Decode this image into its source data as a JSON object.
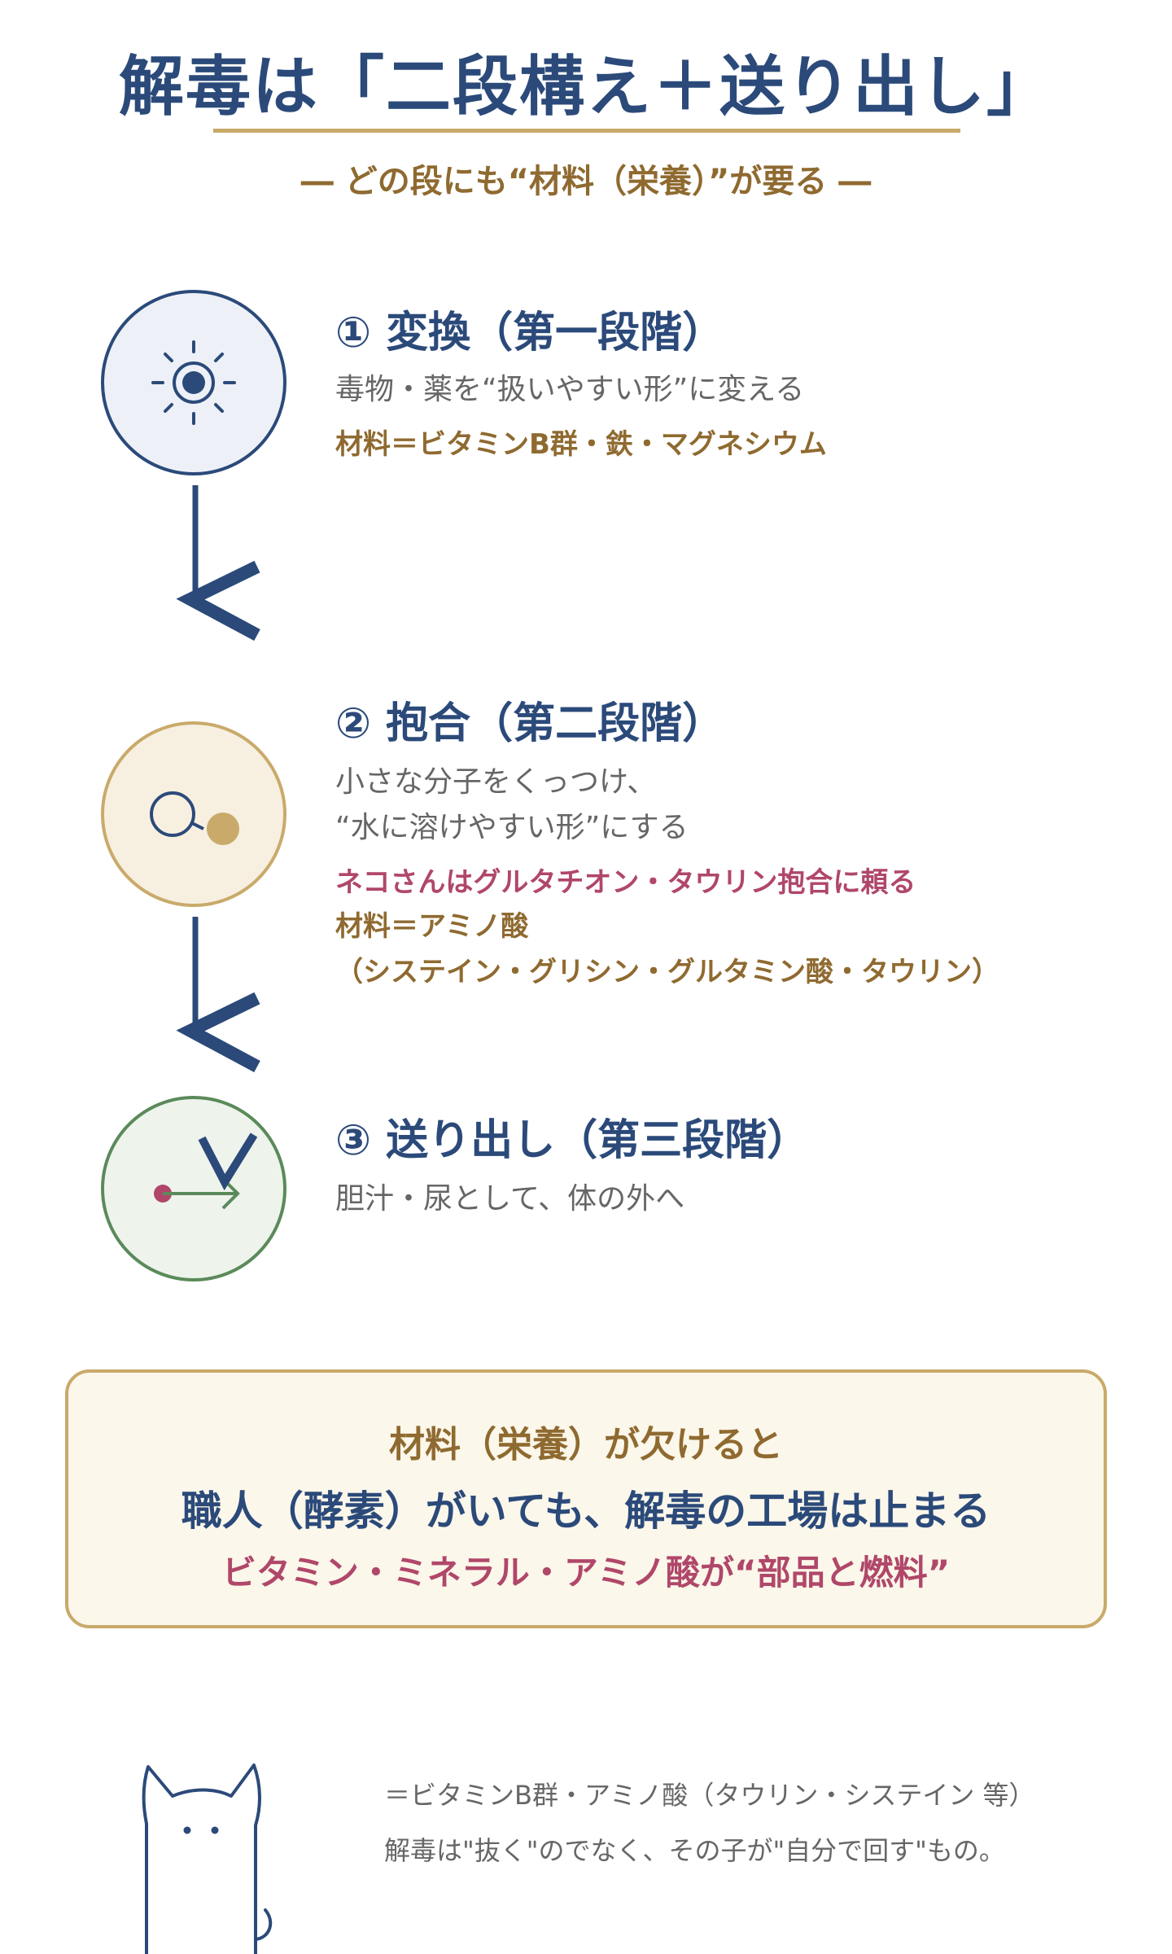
{
  "header": {
    "title": "解毒は「二段構え＋送り出し」",
    "subtitle": "― どの段にも“材料（栄養）”が要る ―"
  },
  "steps": [
    {
      "title": "① 変換（第一段階）",
      "description": [
        "毒物・薬を“扱いやすい形”に変える"
      ],
      "materials": [
        "材料＝ビタミンB群・鉄・マグネシウム"
      ],
      "icon": "gear-sun-icon"
    },
    {
      "title": "② 抱合（第二段階）",
      "description": [
        "小さな分子をくっつけ、",
        "“水に溶けやすい形”にする"
      ],
      "note": "ネコさんはグルタチオン・タウリン抱合に頼る",
      "materials": [
        "材料＝アミノ酸",
        "（システイン・グリシン・グルタミン酸・タウリン）"
      ],
      "icon": "molecule-bond-icon"
    },
    {
      "title": "③ 送り出し（第三段階）",
      "description": [
        "胆汁・尿として、体の外へ"
      ],
      "icon": "export-arrow-icon"
    }
  ],
  "callout": {
    "line1": "材料（栄養）が欠けると",
    "line2": "職人（酵素）がいても、解毒の工場は止まる",
    "line3": "ビタミン・ミネラル・アミノ酸が“部品と燃料”"
  },
  "footer": {
    "line1": "＝ビタミンB群・アミノ酸（タウリン・システイン 等）",
    "line2": "解毒は\"抜く\"のでなく、その子が\"自分で回す\"もの。"
  },
  "colors": {
    "navy": "#2b4a7a",
    "gold": "#c9aa6a",
    "brown": "#8f6a30",
    "rose": "#b0476a",
    "green": "#5b8a5a",
    "gray": "#666666"
  }
}
